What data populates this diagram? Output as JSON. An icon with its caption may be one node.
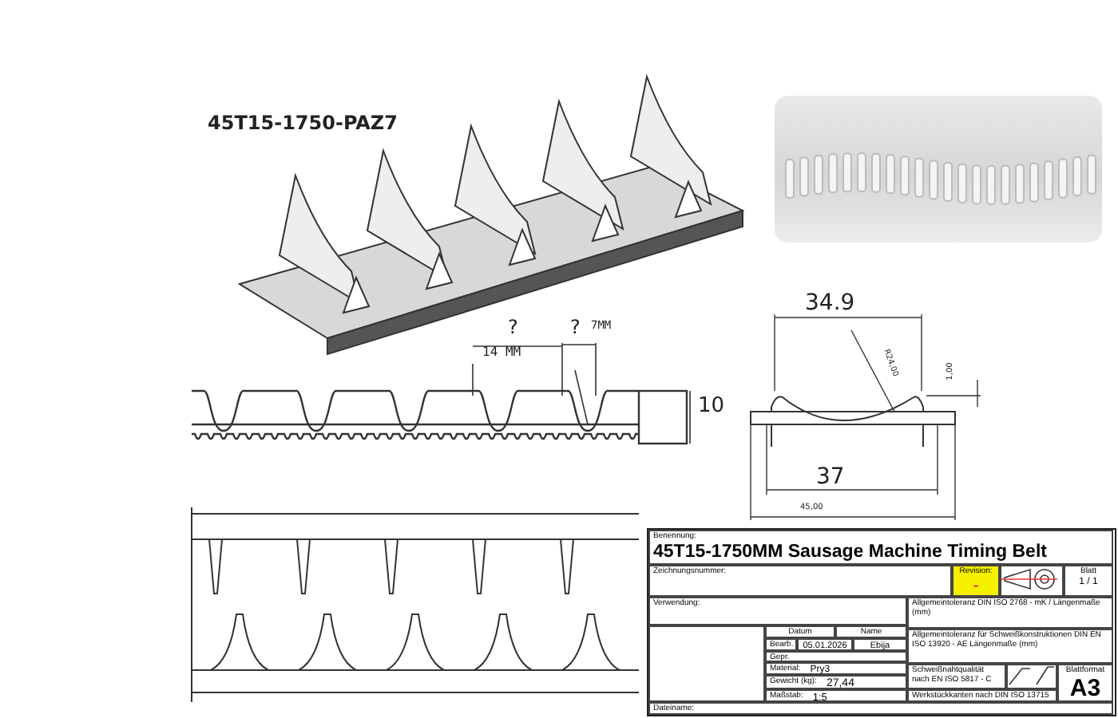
{
  "diagram": {
    "labels": [
      "45T15-1750-PAZ7",
      "?",
      "14 MM",
      "?",
      "7MM",
      "10",
      "34.9",
      "R24,00",
      "1,00",
      "37",
      "45,00",
      "Benennung:",
      "45T15-1750MM Sausage Machine Timing Belt",
      "Zeichnungsnummer:",
      "Revision:",
      "-",
      "Blatt",
      "1 / 1",
      "Verwendung:",
      "Allgemeintoleranz DIN ISO 2768 - mK / Längenmaße (mm)",
      "Allgemeintoleranz für Schweißkonstruktionen DIN EN ISO 13920 - AE Längenmaße (mm)",
      "Datum",
      "Name",
      "Bearb.",
      "05.01.2026",
      "Ebija",
      "Gepr.",
      "Material:",
      "Pry3",
      "Gewicht (kg):",
      "27,44",
      "Maßstab:",
      "1:5",
      "Schweißnahtqualität nach EN ISO 5817 - C",
      "Werkstückkanten nach DIN ISO 13715",
      "Blattformat",
      "A3",
      "Dateiname:"
    ]
  }
}
